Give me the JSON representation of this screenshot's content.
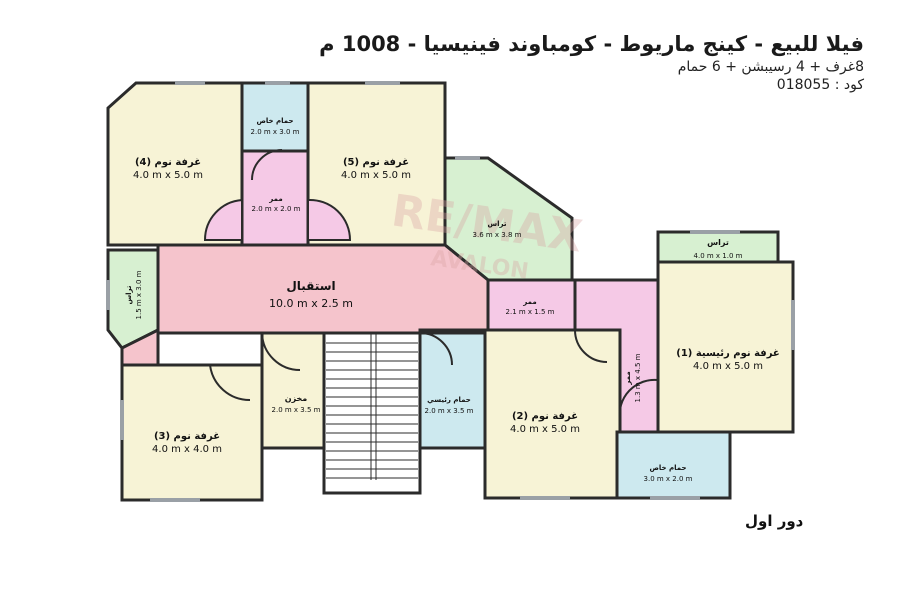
{
  "header": {
    "title": "فيلا للبيع - كينج ماريوط - كومباوند فينيسيا - 1008 م",
    "rooms_line": "8غرف + 4 رسيبشن + 6 حمام",
    "code_line": "كود : 018055"
  },
  "watermark": {
    "line1": "RE/MAX",
    "line2": "AVALON"
  },
  "floor_label": "دور اول",
  "colors": {
    "bedroom": "#f7f3d6",
    "corridor": "#f5c9e6",
    "bathroom": "#cde9ef",
    "terrace": "#d7f0d1",
    "reception": "#f5c4cc",
    "storage": "#f7f3d6",
    "wall": "#2b2b2b"
  },
  "rooms": {
    "bed4": {
      "name": "غرفة نوم (4)",
      "dims": "4.0 m x 5.0 m"
    },
    "bath_private_top": {
      "name": "حمام خاص",
      "dims": "2.0 m x 3.0 m"
    },
    "bed5": {
      "name": "غرفة نوم (5)",
      "dims": "4.0 m x 5.0 m"
    },
    "corridor_top": {
      "name": "ممر",
      "dims": "2.0 m x 2.0 m"
    },
    "terrace_mid": {
      "name": "تراس",
      "dims": "3.6 m x 3.8 m"
    },
    "terrace_right": {
      "name": "تراس",
      "dims": "4.0 m x 1.0 m"
    },
    "terrace_left": {
      "name": "تراس",
      "dims": "1.5 m x 3.0 m"
    },
    "reception": {
      "name": "استقبال",
      "dims": "10.0 m x 2.5 m"
    },
    "corridor_mid": {
      "name": "ممر",
      "dims": "2.1 m x 1.5 m"
    },
    "master_bed": {
      "name": "غرفة نوم رئيسية (1)",
      "dims": "4.0 m x 5.0 m"
    },
    "corridor_right": {
      "name": "ممر",
      "dims": "1.3 m x 4.5 m"
    },
    "storage": {
      "name": "مخزن",
      "dims": "2.0 m x 3.5 m"
    },
    "master_bath": {
      "name": "حمام رئيسي",
      "dims": "2.0 m x 3.5 m"
    },
    "bed2": {
      "name": "غرفة نوم (2)",
      "dims": "4.0 m x 5.0 m"
    },
    "bed3": {
      "name": "غرفة نوم (3)",
      "dims": "4.0 m x 4.0 m"
    },
    "bath_private_bottom": {
      "name": "حمام خاص",
      "dims": "3.0 m x 2.0 m"
    }
  }
}
